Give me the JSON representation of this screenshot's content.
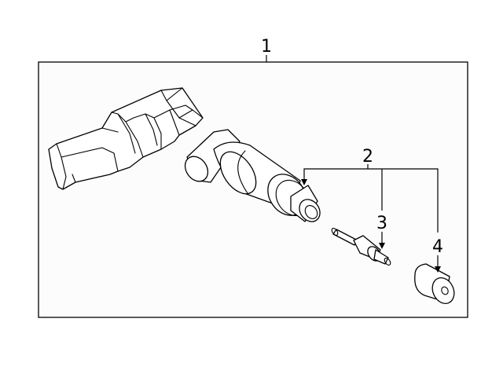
{
  "diagram": {
    "colors": {
      "line": "#000000",
      "background": "#ffffff",
      "frame_fill": "#fcfcfc"
    },
    "callouts": [
      {
        "id": "1",
        "label": "1"
      },
      {
        "id": "2",
        "label": "2"
      },
      {
        "id": "3",
        "label": "3"
      },
      {
        "id": "4",
        "label": "4"
      }
    ]
  }
}
